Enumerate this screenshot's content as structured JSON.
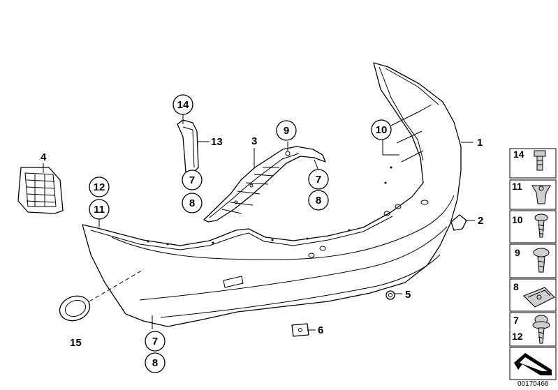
{
  "main_labels": {
    "p1": "1",
    "p2": "2",
    "p3": "3",
    "p4": "4",
    "p5": "5",
    "p6": "6",
    "p13": "13",
    "p15": "15",
    "c14": "14",
    "c7a": "7",
    "c8a": "8",
    "c9": "9",
    "c7b": "7",
    "c8b": "8",
    "c10": "10",
    "c12": "12",
    "c11": "11",
    "c7c": "7",
    "c8c": "8"
  },
  "side_panel": {
    "items": [
      {
        "label": "14"
      },
      {
        "label": "11"
      },
      {
        "label": "10"
      },
      {
        "label": "9"
      },
      {
        "label": "8"
      },
      {
        "label": "7"
      },
      {
        "label": "12"
      }
    ]
  },
  "document_number": "00170466"
}
